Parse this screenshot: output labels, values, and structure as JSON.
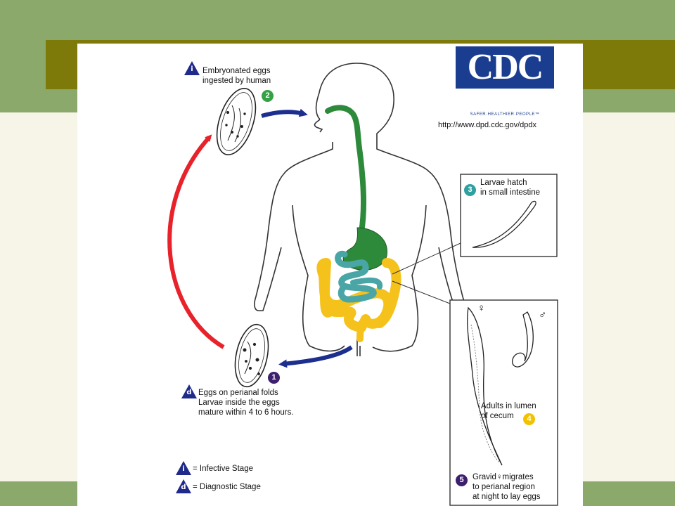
{
  "diagram": {
    "logo_text": "CDC",
    "logo_tagline": "SAFER·HEALTHIER·PEOPLE™",
    "url": "http://www.dpd.cdc.gov/dpdx",
    "steps": {
      "s1": {
        "number": "1",
        "color": "#3d1f6e"
      },
      "s2": {
        "number": "2",
        "color": "#35a045",
        "label": "Embryonated eggs\ningested by human"
      },
      "s3": {
        "number": "3",
        "color": "#2fa0a0",
        "label": "Larvae hatch\nin small intestine"
      },
      "s4": {
        "number": "4",
        "color": "#f2c200",
        "label": "Adults in lumen\nof cecum"
      },
      "s5": {
        "number": "5",
        "color": "#3d1f6e",
        "label": "Gravid♀migrates\nto perianal region\nat night to lay eggs"
      }
    },
    "eggs_label": "Eggs on perianal folds\nLarvae inside the eggs\nmature within 4 to 6 hours.",
    "female_symbol": "♀",
    "male_symbol": "♂",
    "legend": {
      "infective_letter": "i",
      "infective_text": "= Infective Stage",
      "diagnostic_letter": "d",
      "diagnostic_text": "= Diagnostic Stage"
    },
    "colors": {
      "cycle_arrow": "#e8222a",
      "flow_arrow": "#1c2f8f",
      "stomach": "#2d8a3a",
      "small_intestine": "#4aa6a6",
      "large_intestine": "#f5c21b",
      "triangle": "#1f2a8a"
    }
  }
}
